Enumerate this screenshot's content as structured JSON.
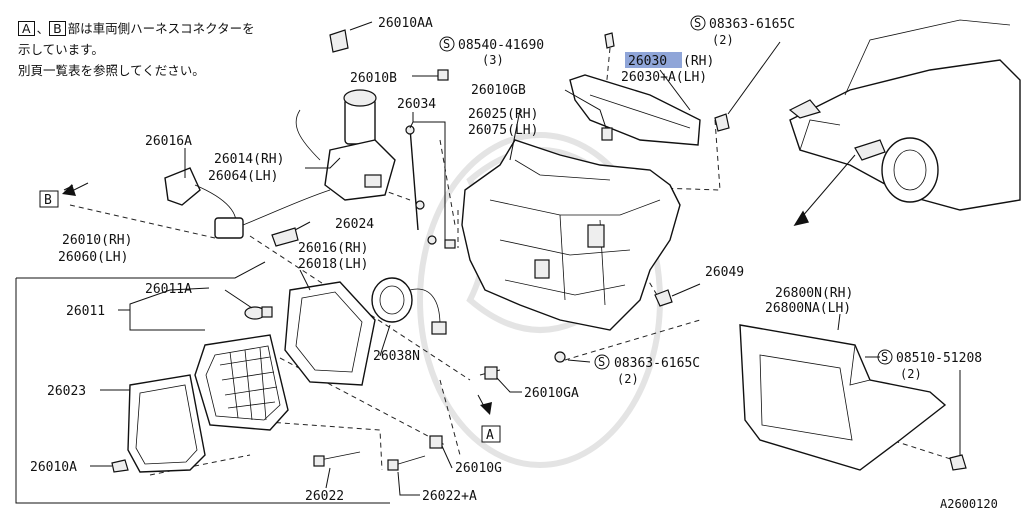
{
  "notes": {
    "box_a": "A",
    "sep": "、",
    "box_b": "B",
    "line1": "部は車両側ハーネスコネクターを",
    "line2": "示しています。",
    "line3": "別頁一覧表を参照してください。"
  },
  "labels": {
    "p26010AA": "26010AA",
    "p26010B": "26010B",
    "p26034": "26034",
    "p26016A": "26016A",
    "p26014": "26014(RH)",
    "p26064": "26064(LH)",
    "p26024": "26024",
    "p26010": "26010(RH)",
    "p26060": "26060(LH)",
    "p26016": "26016(RH)",
    "p26018": "26018(LH)",
    "p26011A": "26011A",
    "p26011": "26011",
    "p26038N": "26038N",
    "p26023": "26023",
    "p26010A": "26010A",
    "p26022": "26022",
    "p26022A": "26022+A",
    "p26010G": "26010G",
    "p26010GA": "26010GA",
    "p26010GB": "26010GB",
    "p26025": "26025(RH)",
    "p26075": "26075(LH)",
    "p26030": "26030",
    "p26030_rh": "(RH)",
    "p26030A": "26030+A(LH)",
    "p26049": "26049",
    "p26800N": "26800N(RH)",
    "p26800NA": "26800NA(LH)",
    "s1_num": "08540-41690",
    "s1_qty": "(3)",
    "s2_num": "08363-6165C",
    "s2_qty": "(2)",
    "s3_num": "08363-6165C",
    "s3_qty": "(2)",
    "s4_num": "08510-51208",
    "s4_qty": "(2)",
    "s_symbol": "S",
    "conn_a": "A",
    "conn_b": "B",
    "fig_id": "A2600120"
  },
  "colors": {
    "highlight": "#8FA5D8",
    "line": "#111111",
    "watermark": "#E4E4E4"
  }
}
